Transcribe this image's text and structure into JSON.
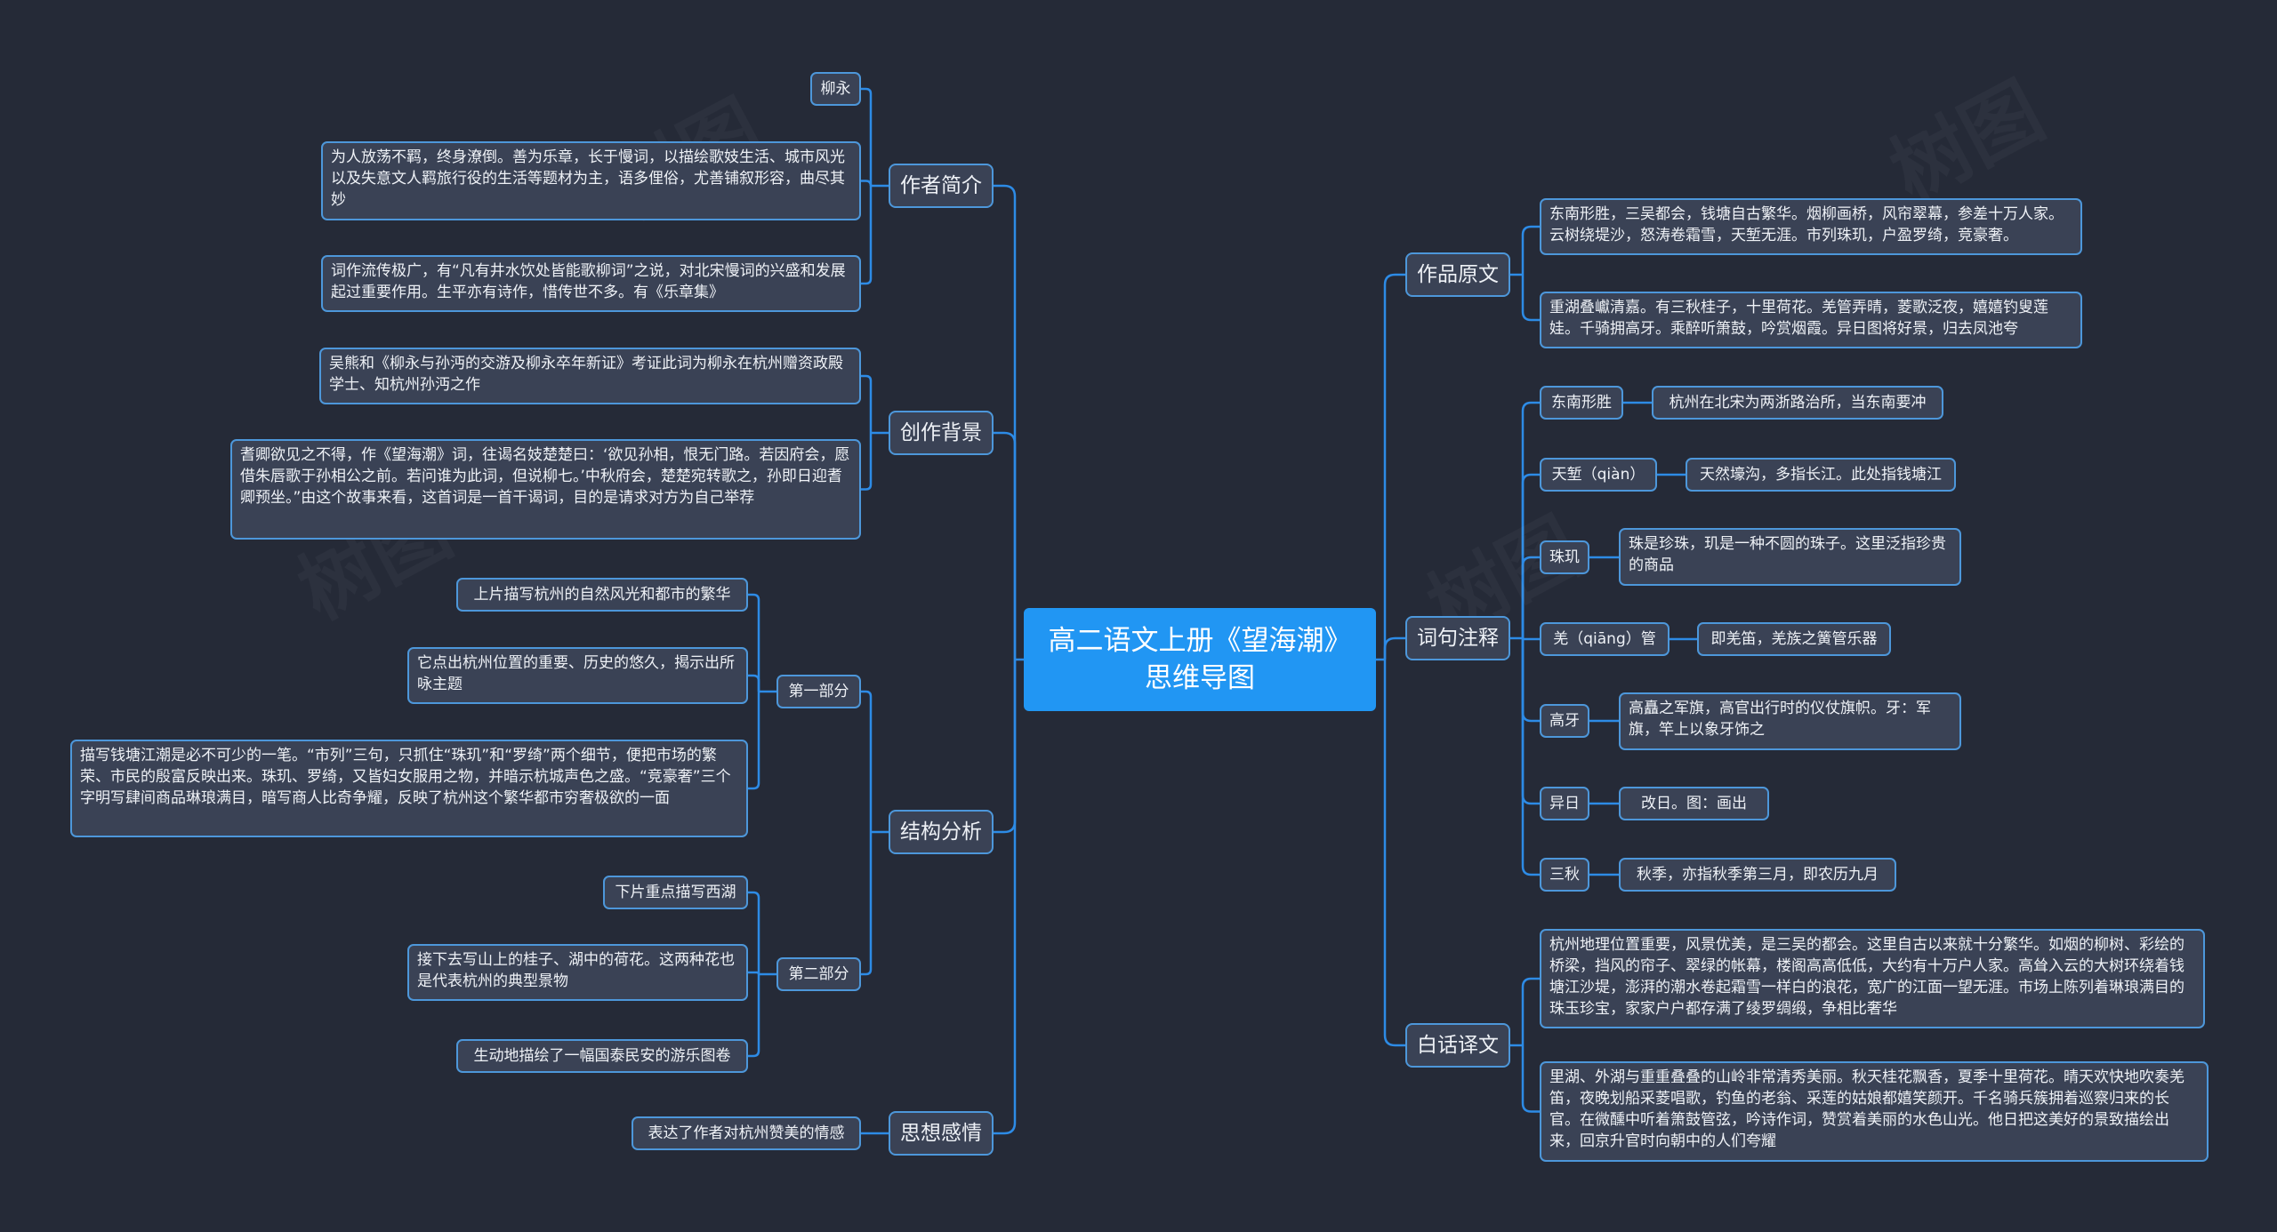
{
  "root": {
    "title_line1": "高二语文上册《望海潮》",
    "title_line2": "思维导图"
  },
  "watermarks": [
    "树图",
    "树图",
    "树图",
    "树图"
  ],
  "left": {
    "author": {
      "label": "作者简介",
      "children": [
        "柳永",
        "为人放荡不羁，终身潦倒。善为乐章，长于慢词，以描绘歌妓生活、城市风光以及失意文人羁旅行役的生活等题材为主，语多俚俗，尤善铺叙形容，曲尽其妙",
        "词作流传极广，有“凡有井水饮处皆能歌柳词”之说，对北宋慢词的兴盛和发展起过重要作用。生平亦有诗作，惜传世不多。有《乐章集》"
      ]
    },
    "background": {
      "label": "创作背景",
      "children": [
        "吴熊和《柳永与孙沔的交游及柳永卒年新证》考证此词为柳永在杭州赠资政殿学士、知杭州孙沔之作",
        "耆卿欲见之不得，作《望海潮》词，往谒名妓楚楚曰：‘欲见孙相，恨无门路。若因府会，愿借朱唇歌于孙相公之前。若问谁为此词，但说柳七。’中秋府会，楚楚宛转歌之，孙即日迎耆卿预坐。”由这个故事来看，这首词是一首干谒词，目的是请求对方为自己举荐"
      ]
    },
    "structure": {
      "label": "结构分析",
      "part1": {
        "label": "第一部分",
        "children": [
          "上片描写杭州的自然风光和都市的繁华",
          "它点出杭州位置的重要、历史的悠久，揭示出所咏主题",
          "描写钱塘江潮是必不可少的一笔。“市列”三句，只抓住“珠玑”和“罗绮”两个细节，便把市场的繁荣、市民的殷富反映出来。珠玑、罗绮，又皆妇女服用之物，并暗示杭城声色之盛。“竞豪奢”三个字明写肆间商品琳琅满目，暗写商人比奇争耀，反映了杭州这个繁华都市穷奢极欲的一面"
        ]
      },
      "part2": {
        "label": "第二部分",
        "children": [
          "下片重点描写西湖",
          "接下去写山上的桂子、湖中的荷花。这两种花也是代表杭州的典型景物",
          "生动地描绘了一幅国泰民安的游乐图卷"
        ]
      }
    },
    "feeling": {
      "label": "思想感情",
      "children": [
        "表达了作者对杭州赞美的情感"
      ]
    }
  },
  "right": {
    "original": {
      "label": "作品原文",
      "children": [
        "东南形胜，三吴都会，钱塘自古繁华。烟柳画桥，风帘翠幕，参差十万人家。云树绕堤沙，怒涛卷霜雪，天堑无涯。市列珠玑，户盈罗绮，竞豪奢。",
        "重湖叠巘清嘉。有三秋桂子，十里荷花。羌管弄晴，菱歌泛夜，嬉嬉钓叟莲娃。千骑拥高牙。乘醉听箫鼓，吟赏烟霞。异日图将好景，归去凤池夸"
      ]
    },
    "notes": {
      "label": "词句注释",
      "items": [
        {
          "term": "东南形胜",
          "def": "杭州在北宋为两浙路治所，当东南要冲"
        },
        {
          "term": "天堑（qiàn）",
          "def": "天然壕沟，多指长江。此处指钱塘江"
        },
        {
          "term": "珠玑",
          "def": "珠是珍珠，玑是一种不圆的珠子。这里泛指珍贵的商品"
        },
        {
          "term": "羌（qiāng）管",
          "def": "即羌笛，羌族之簧管乐器"
        },
        {
          "term": "高牙",
          "def": "高矗之军旗，高官出行时的仪仗旗帜。牙：军旗，竿上以象牙饰之"
        },
        {
          "term": "异日",
          "def": "改日。图：画出"
        },
        {
          "term": "三秋",
          "def": "秋季，亦指秋季第三月，即农历九月"
        }
      ]
    },
    "translation": {
      "label": "白话译文",
      "children": [
        "杭州地理位置重要，风景优美，是三吴的都会。这里自古以来就十分繁华。如烟的柳树、彩绘的桥梁，挡风的帘子、翠绿的帐幕，楼阁高高低低，大约有十万户人家。高耸入云的大树环绕着钱塘江沙堤，澎湃的潮水卷起霜雪一样白的浪花，宽广的江面一望无涯。市场上陈列着琳琅满目的珠玉珍宝，家家户户都存满了绫罗绸缎，争相比奢华",
        "里湖、外湖与重重叠叠的山岭非常清秀美丽。秋天桂花飘香，夏季十里荷花。晴天欢快地吹奏羌笛，夜晚划船采菱唱歌，钓鱼的老翁、采莲的姑娘都嬉笑颜开。千名骑兵簇拥着巡察归来的长官。在微醺中听着箫鼓管弦，吟诗作词，赞赏着美丽的水色山光。他日把这美好的景致描绘出来，回京升官时向朝中的人们夸耀"
      ]
    }
  }
}
